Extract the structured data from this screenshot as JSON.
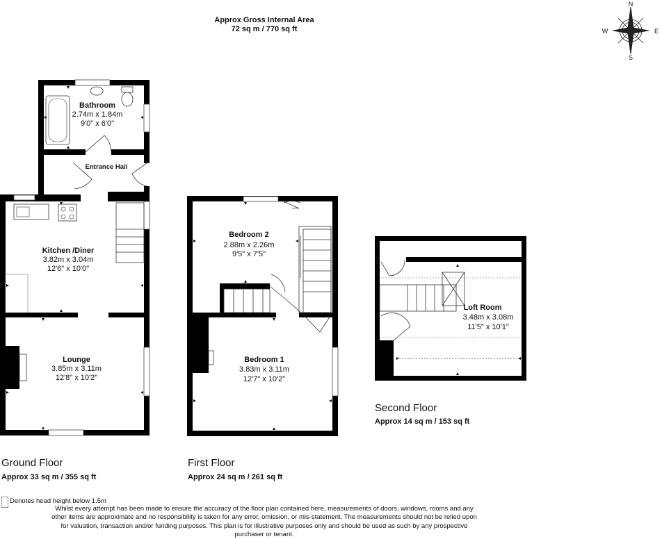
{
  "header": {
    "title": "Approx Gross Internal Area",
    "area": "72 sq m / 770 sq ft"
  },
  "compass": {
    "n": "N",
    "e": "E",
    "s": "S",
    "w": "W"
  },
  "floors": {
    "ground": {
      "name": "Ground Floor",
      "area": "Approx 33 sq m / 355 sq ft",
      "rooms": {
        "bathroom": {
          "name": "Bathroom",
          "metric": "2.74m x 1.84m",
          "imperial": "9'0\" x 6'0\""
        },
        "entrance_hall": {
          "name": "Entrance Hall"
        },
        "kitchen": {
          "name": "Kitchen /Diner",
          "metric": "3.82m x 3.04m",
          "imperial": "12'6\" x 10'0\""
        },
        "lounge": {
          "name": "Lounge",
          "metric": "3.85m x 3.11m",
          "imperial": "12'8\" x 10'2\""
        }
      }
    },
    "first": {
      "name": "First Floor",
      "area": "Approx 24 sq m / 261 sq ft",
      "rooms": {
        "bedroom2": {
          "name": "Bedroom 2",
          "metric": "2.88m x 2.26m",
          "imperial": "9'5\" x 7'5\""
        },
        "bedroom1": {
          "name": "Bedroom 1",
          "metric": "3.83m x 3.11m",
          "imperial": "12'7\" x 10'2\""
        }
      }
    },
    "second": {
      "name": "Second Floor",
      "area": "Approx 14 sq m / 153 sq ft",
      "rooms": {
        "loft": {
          "name": "Loft Room",
          "metric": "3.48m x 3.08m",
          "imperial": "11'5\" x 10'1\""
        }
      }
    }
  },
  "legend": "Denotes head height below 1.5m",
  "disclaimer": "Whilst every attempt has been made to ensure the accuracy of the floor plan contained here, measurements of doors, windows, rooms and any other items are approximate and no responsibility is taken for any error, omission, or mis-statement. The measurements should not be relied upon for valuation, transaction and/or funding purposes. This plan is for illustrative purposes only and should be used as such by any prospective purchaser or tenant."
}
